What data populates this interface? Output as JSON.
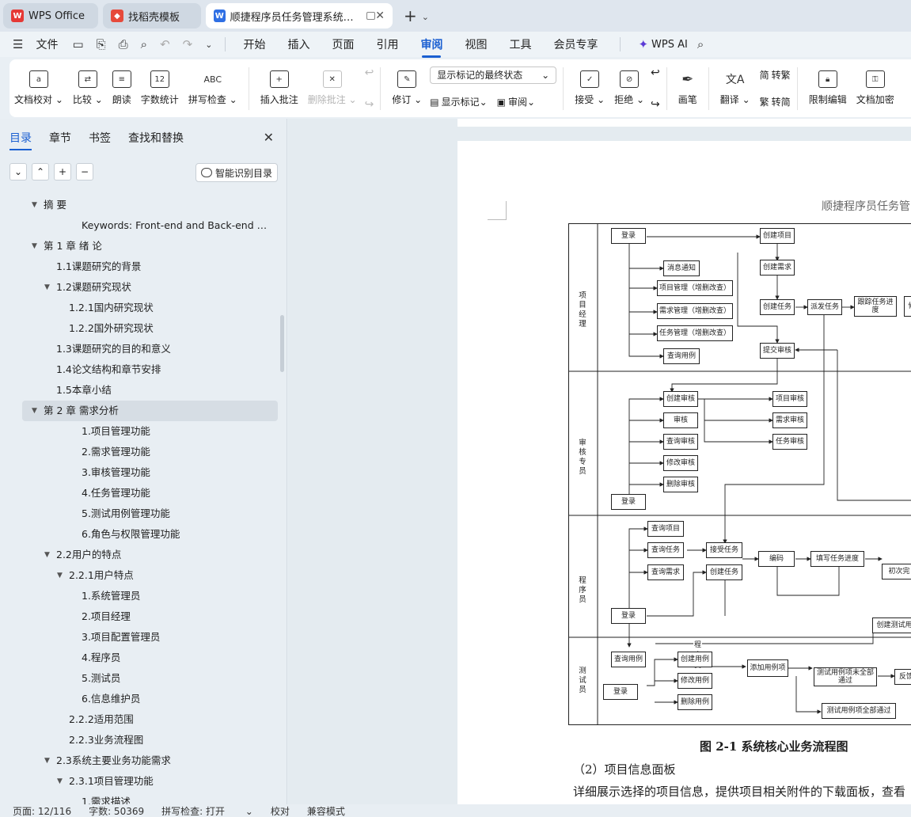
{
  "tabs": [
    {
      "label": "WPS Office",
      "icon": "wps-logo-icon"
    },
    {
      "label": "找稻壳模板",
      "icon": "docer-icon"
    },
    {
      "label": "顺捷程序员任务管理系统的设计",
      "icon": "word-doc-icon"
    }
  ],
  "menu": {
    "file": "文件",
    "items": [
      "开始",
      "插入",
      "页面",
      "引用",
      "审阅",
      "视图",
      "工具",
      "会员专享"
    ],
    "active": "审阅",
    "ai": "WPS AI"
  },
  "ribbon": {
    "doc_proof": "文档校对",
    "compare": "比较",
    "read_aloud": "朗读",
    "word_count": "字数统计",
    "spell_check": "拼写检查",
    "insert_comment": "插入批注",
    "delete_comment": "删除批注",
    "track_changes": "修订",
    "markup_state": "显示标记的最终状态",
    "show_markup": "显示标记",
    "review": "审阅",
    "accept": "接受",
    "reject": "拒绝",
    "pen": "画笔",
    "translate": "翻译",
    "to_traditional": "转繁",
    "to_simplified": "转简",
    "restrict_edit": "限制编辑",
    "doc_encrypt": "文档加密",
    "icon_count": "12",
    "icon_abc": "ABC"
  },
  "panel": {
    "tabs": [
      "目录",
      "章节",
      "书签",
      "查找和替换"
    ],
    "smart_toc": "智能识别目录",
    "toc": [
      {
        "text": "摘 要",
        "level": 0,
        "expanded": true
      },
      {
        "text": "Keywords: Front-end and Back-end Sep…",
        "level": 3
      },
      {
        "text": "第 1 章 绪 论",
        "level": 0,
        "expanded": true
      },
      {
        "text": "1.1课题研究的背景",
        "level": 1
      },
      {
        "text": "1.2课题研究现状",
        "level": 1,
        "expanded": true
      },
      {
        "text": "1.2.1国内研究现状",
        "level": 2
      },
      {
        "text": "1.2.2国外研究现状",
        "level": 2
      },
      {
        "text": "1.3课题研究的目的和意义",
        "level": 1
      },
      {
        "text": "1.4论文结构和章节安排",
        "level": 1
      },
      {
        "text": "1.5本章小结",
        "level": 1
      },
      {
        "text": "第 2 章 需求分析",
        "level": 0,
        "expanded": true,
        "selected": true
      },
      {
        "text": "1.项目管理功能",
        "level": 3
      },
      {
        "text": "2.需求管理功能",
        "level": 3
      },
      {
        "text": "3.审核管理功能",
        "level": 3
      },
      {
        "text": "4.任务管理功能",
        "level": 3
      },
      {
        "text": "5.测试用例管理功能",
        "level": 3
      },
      {
        "text": "6.角色与权限管理功能",
        "level": 3
      },
      {
        "text": "2.2用户的特点",
        "level": 1,
        "expanded": true
      },
      {
        "text": "2.2.1用户特点",
        "level": 2,
        "expanded": true
      },
      {
        "text": "1.系统管理员",
        "level": 3
      },
      {
        "text": "2.项目经理",
        "level": 3
      },
      {
        "text": "3.项目配置管理员",
        "level": 3
      },
      {
        "text": "4.程序员",
        "level": 3
      },
      {
        "text": "5.测试员",
        "level": 3
      },
      {
        "text": "6.信息维护员",
        "level": 3
      },
      {
        "text": "2.2.2适用范围",
        "level": 2
      },
      {
        "text": "2.2.3业务流程图",
        "level": 2
      },
      {
        "text": "2.3系统主要业务功能需求",
        "level": 1,
        "expanded": true
      },
      {
        "text": "2.3.1项目管理功能",
        "level": 2,
        "expanded": true
      },
      {
        "text": "1.需求描述",
        "level": 3
      }
    ]
  },
  "document": {
    "header": "顺捷程序员任务管",
    "figure_caption": "图 2-1  系统核心业务流程图",
    "para1": "（2）项目信息面板",
    "para2": "详细展示选择的项目信息，提供项目相关附件的下载面板，查看",
    "lanes": [
      "项目经理",
      "审核专员",
      "程序员",
      "测试员"
    ],
    "nodes": {
      "pm_login": "登录",
      "create_project": "创建项目",
      "msg_notice": "消息通知",
      "create_req": "创建需求",
      "proj_mgmt": "项目管理（增删改查）",
      "req_mgmt": "需求管理（增删改查）",
      "create_task": "创建任务",
      "dispatch_task": "派发任务",
      "track_progress": "跟踪任务进度",
      "repair": "修",
      "task_mgmt": "任务管理（增删改查）",
      "query_case": "查询用例",
      "submit_review": "提交审核",
      "create_review": "创建审核",
      "review": "审核",
      "proj_review": "项目审核",
      "query_review": "查询审核",
      "req_review": "需求审核",
      "task_review": "任务审核",
      "modify_review": "修改审核",
      "delete_review": "删除审核",
      "rev_login": "登录",
      "query_project": "查询项目",
      "query_task": "查询任务",
      "accept_task": "接受任务",
      "coding": "编码",
      "fill_progress": "填写任务进度",
      "first_done": "初次完",
      "query_req": "查询需求",
      "dev_create_task": "创建任务",
      "dev_login": "登录",
      "create_test": "创建测试用",
      "programmer_label": "程序员",
      "tester_query_case": "查询用例",
      "create_case": "创建用例",
      "add_case_item": "添加用例项",
      "case_not_pass": "测试用例项未全部通过",
      "feedback": "反馈",
      "modify_case": "修改用例",
      "tester_login": "登录",
      "delete_case": "删除用例",
      "case_all_pass": "测试用例项全部通过"
    }
  },
  "status": {
    "page": "页面: 12/116",
    "words": "字数: 50369",
    "spell": "拼写检查: 打开",
    "proof": "校对",
    "compat": "兼容模式"
  }
}
